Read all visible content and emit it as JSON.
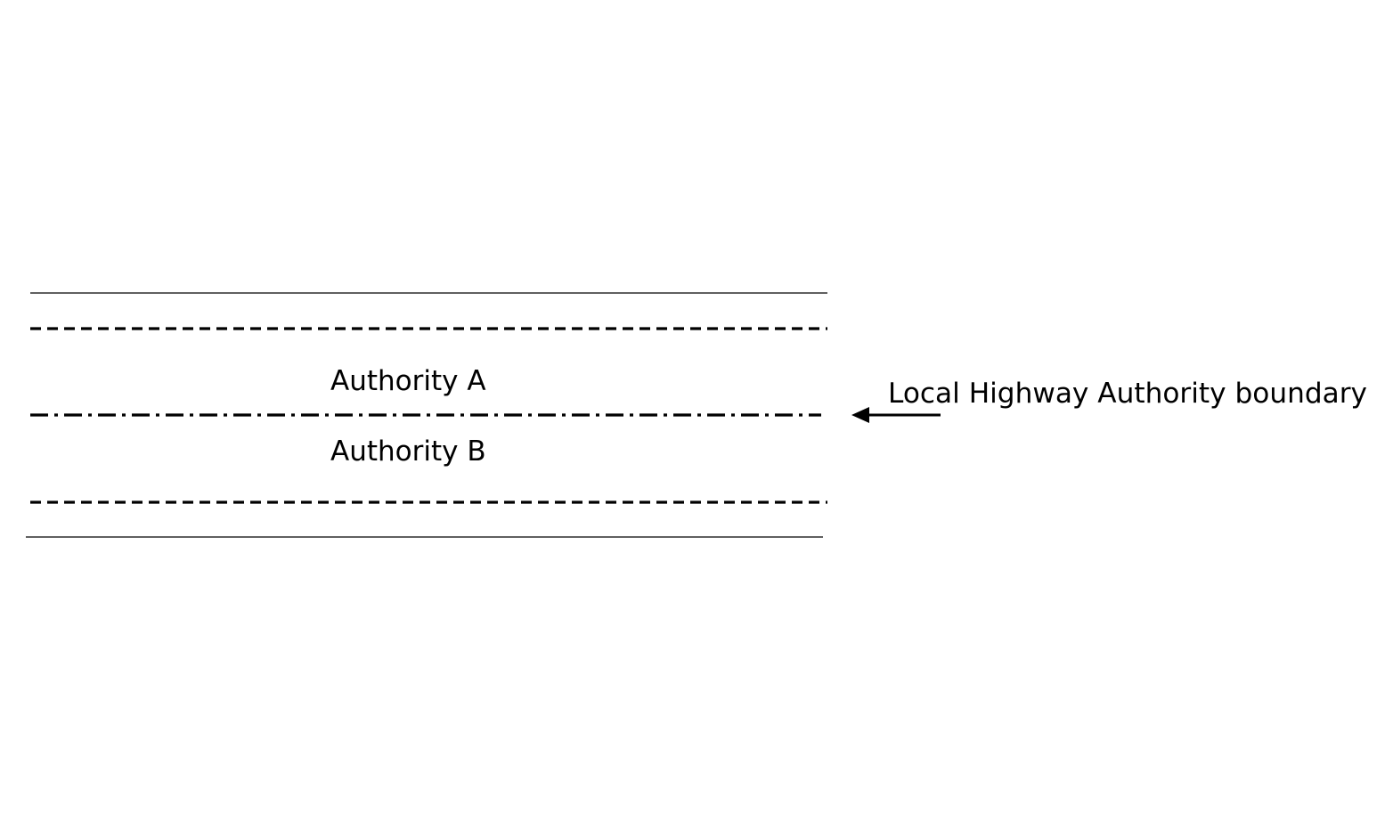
{
  "labels": {
    "authority_a": "Authority A",
    "authority_b": "Authority B",
    "boundary": "Local Highway Authority boundary"
  },
  "colors": {
    "line": "#000000",
    "background": "#ffffff"
  }
}
